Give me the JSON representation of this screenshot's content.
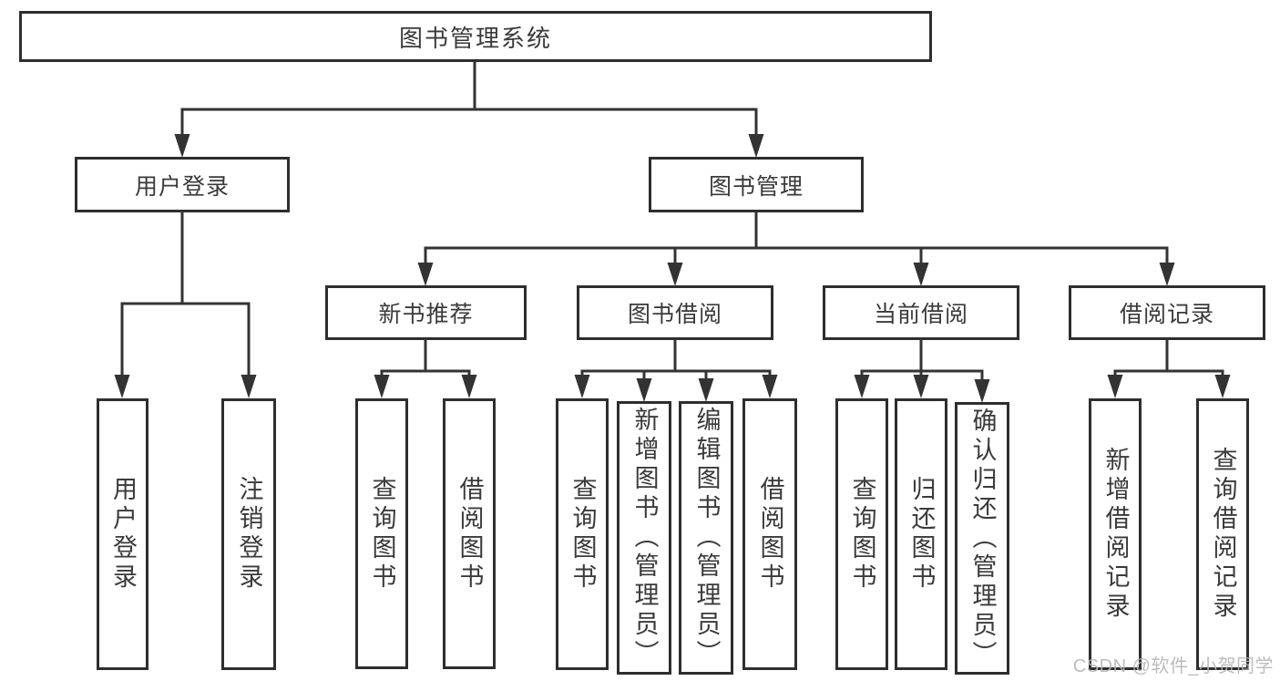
{
  "diagram_type": "hierarchy-tree",
  "colors": {
    "background": "#ffffff",
    "line": "#333333",
    "box_border": "#2e2e2e",
    "text": "#3a3a3a",
    "watermark": "#b5b5b5"
  },
  "tree": {
    "label": "图书管理系统",
    "children": [
      {
        "label": "用户登录",
        "children": [
          {
            "label": "用户登录"
          },
          {
            "label": "注销登录"
          }
        ]
      },
      {
        "label": "图书管理",
        "children": [
          {
            "label": "新书推荐",
            "children": [
              {
                "label": "查询图书"
              },
              {
                "label": "借阅图书"
              }
            ]
          },
          {
            "label": "图书借阅",
            "children": [
              {
                "label": "查询图书"
              },
              {
                "label": "新增图书（管理员）"
              },
              {
                "label": "编辑图书（管理员）"
              },
              {
                "label": "借阅图书"
              }
            ]
          },
          {
            "label": "当前借阅",
            "children": [
              {
                "label": "查询图书"
              },
              {
                "label": "归还图书"
              },
              {
                "label": "确认归还（管理员）"
              }
            ]
          },
          {
            "label": "借阅记录",
            "children": [
              {
                "label": "新增借阅记录"
              },
              {
                "label": "查询借阅记录"
              }
            ]
          }
        ]
      }
    ]
  },
  "watermark": {
    "text": "CSDN @软件_小贺同学"
  }
}
